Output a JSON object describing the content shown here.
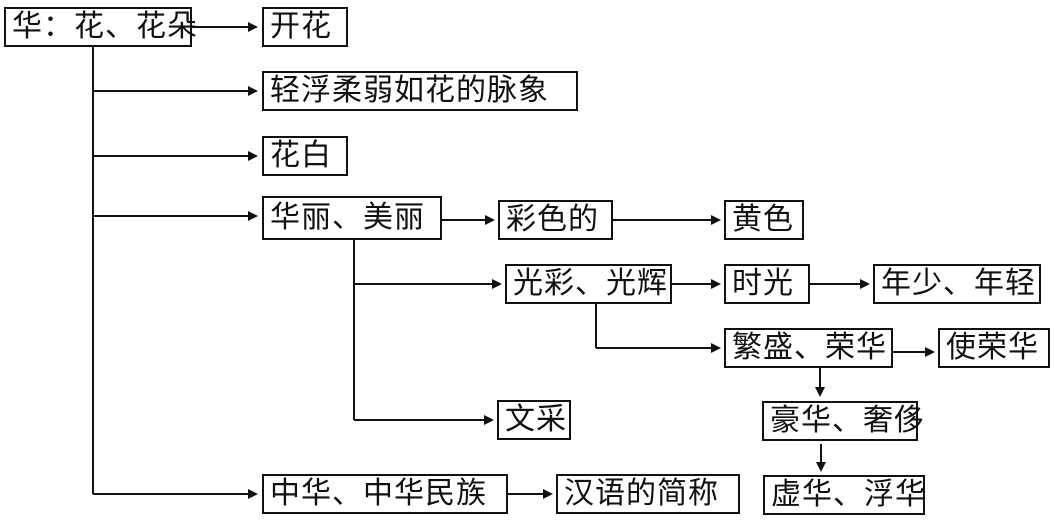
{
  "nodes": {
    "root": "华：花、花朵",
    "bloom": "开花",
    "pulse": "轻浮柔弱如花的脉象",
    "grey_hair": "花白",
    "beautiful": "华丽、美丽",
    "colorful": "彩色的",
    "yellow": "黄色",
    "radiance": "光彩、光辉",
    "time": "时光",
    "youth": "年少、年轻",
    "flourishing": "繁盛、荣华",
    "make_flourish": "使荣华",
    "literary_talent": "文采",
    "luxury": "豪华、奢侈",
    "superficial": "虚华、浮华",
    "china": "中华、中华民族",
    "chinese_abbrev": "汉语的简称"
  }
}
